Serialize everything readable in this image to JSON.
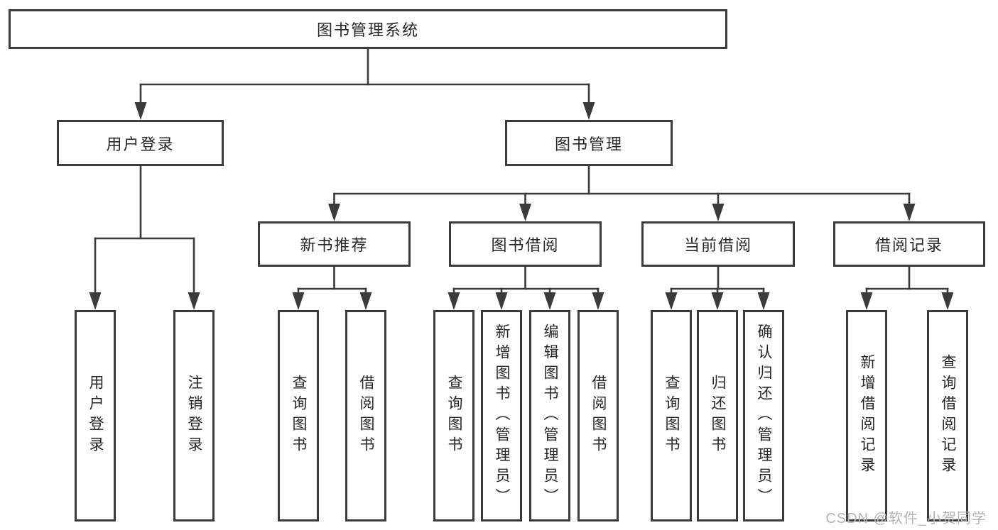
{
  "nodes": {
    "root": "图书管理系统",
    "user_login": "用户登录",
    "book_management": "图书管理",
    "new_book_recommend": "新书推荐",
    "book_borrowing": "图书借阅",
    "current_borrowing": "当前借阅",
    "borrow_records": "借阅记录",
    "leaf_user_login": "用户登录",
    "leaf_logout": "注销登录",
    "leaf_recommend_query_books": "查询图书",
    "leaf_recommend_borrow_books": "借阅图书",
    "leaf_borrowing_query_books": "查询图书",
    "leaf_borrowing_add_books_admin": "新增图书（管理员）",
    "leaf_borrowing_edit_books_admin": "编辑图书（管理员）",
    "leaf_borrowing_borrow_books": "借阅图书",
    "leaf_current_query_books": "查询图书",
    "leaf_current_return_books": "归还图书",
    "leaf_current_confirm_return_admin": "确认归还（管理员）",
    "leaf_records_add_record": "新增借阅记录",
    "leaf_records_query_record": "查询借阅记录"
  },
  "watermark": {
    "text": "CSDN @软件_小贺同学"
  },
  "colors": {
    "line": "#3b3b3b",
    "text": "#262626",
    "watermark": "#b5b5b5",
    "background": "#ffffff"
  }
}
